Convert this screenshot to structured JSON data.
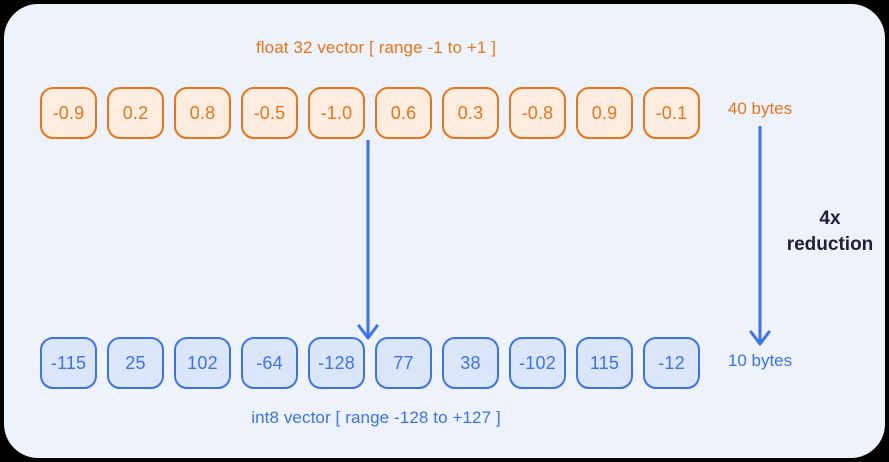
{
  "diagram": {
    "title_top": "float 32 vector [ range -1 to +1 ]",
    "title_bottom": "int8 vector [ range -128 to +127 ]",
    "float_vector": [
      "-0.9",
      "0.2",
      "0.8",
      "-0.5",
      "-1.0",
      "0.6",
      "0.3",
      "-0.8",
      "0.9",
      "-0.1"
    ],
    "int8_vector": [
      "-115",
      "25",
      "102",
      "-64",
      "-128",
      "77",
      "38",
      "-102",
      "115",
      "-12"
    ],
    "size_before": "40 bytes",
    "size_after": "10 bytes",
    "reduction_value": "4x",
    "reduction_word": "reduction",
    "colors": {
      "canvas_background": "#000000",
      "card_background": "#EEF2FB",
      "orange_border": "#E8751A",
      "orange_fill": "#FDEDE1",
      "blue_border": "#3B73E8",
      "blue_fill": "#DCE6FB",
      "dark_text": "#1B2139"
    },
    "icons": {
      "quantize_arrow": "arrow-down-icon",
      "reduction_arrow": "arrow-down-icon"
    }
  }
}
